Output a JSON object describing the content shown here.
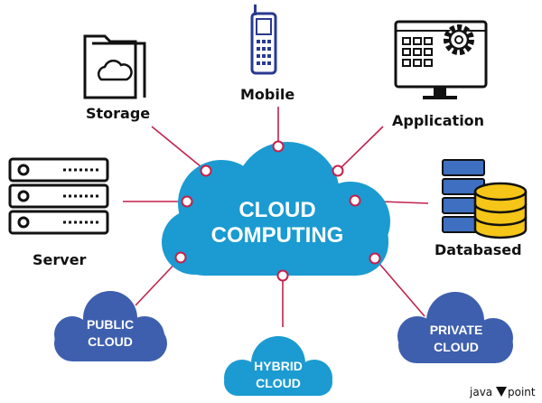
{
  "center": {
    "line1": "CLOUD",
    "line2": "COMPUTING"
  },
  "nodes": {
    "storage": "Storage",
    "mobile": "Mobile",
    "application": "Application",
    "server": "Server",
    "database": "Databased"
  },
  "clouds": {
    "public": {
      "line1": "PUBLIC",
      "line2": "CLOUD"
    },
    "hybrid": {
      "line1": "HYBRID",
      "line2": "CLOUD"
    },
    "private": {
      "line1": "PRIVATE",
      "line2": "CLOUD"
    }
  },
  "watermark": "javaTpoint",
  "colors": {
    "main_cloud": "#1b9bd1",
    "dark_cloud": "#3e5fae",
    "connector": "#c3214c",
    "icon_navy": "#2a3a8f",
    "db_yellow": "#f5c518"
  }
}
